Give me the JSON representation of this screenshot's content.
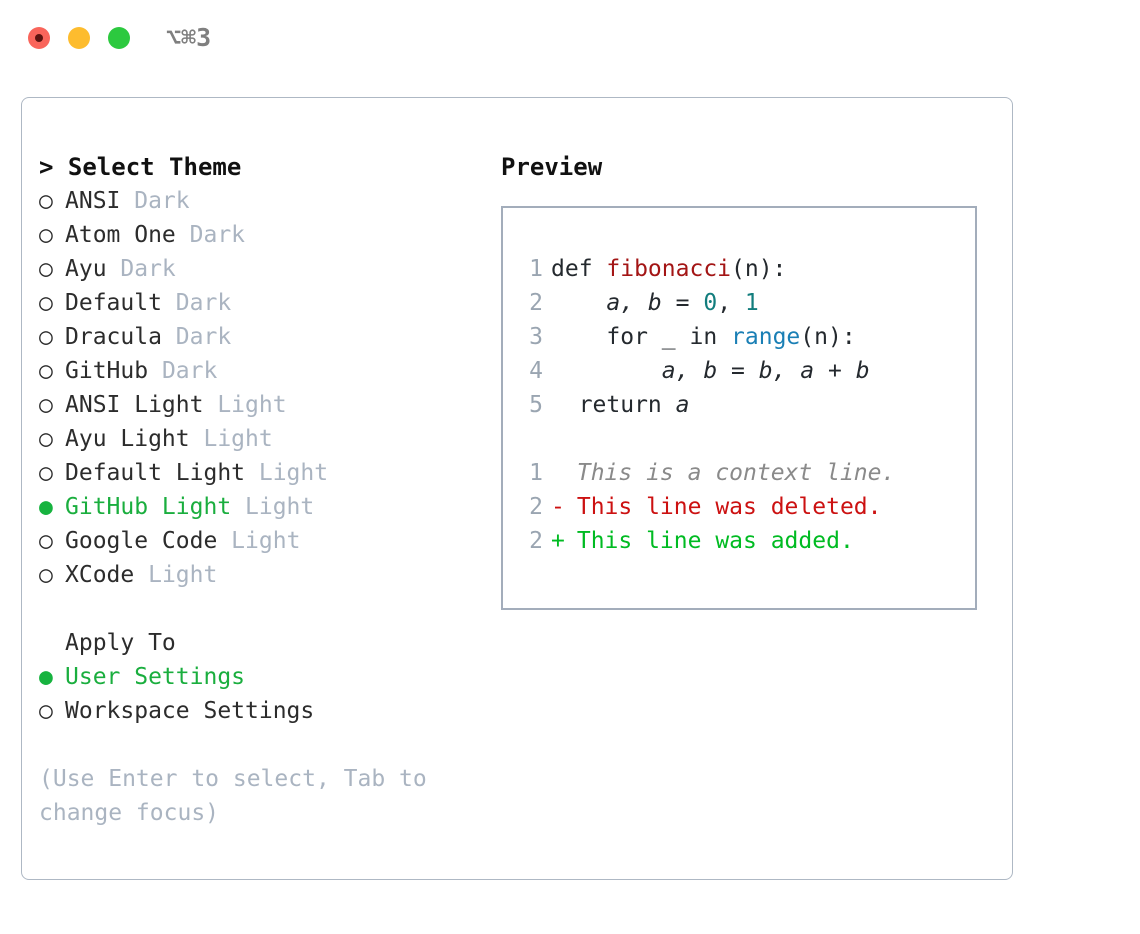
{
  "window": {
    "shortcut": "⌥⌘3",
    "traffic_lights": [
      {
        "name": "close",
        "color": "#f9655b"
      },
      {
        "name": "minimize",
        "color": "#fdbc2e"
      },
      {
        "name": "maximize",
        "color": "#2cc93f"
      }
    ]
  },
  "theme_picker": {
    "header": "> Select Theme",
    "marker_unselected": "○",
    "marker_selected": "●",
    "items": [
      {
        "name": "ANSI",
        "tag": "Dark",
        "selected": false
      },
      {
        "name": "Atom One",
        "tag": "Dark",
        "selected": false
      },
      {
        "name": "Ayu",
        "tag": "Dark",
        "selected": false
      },
      {
        "name": "Default",
        "tag": "Dark",
        "selected": false
      },
      {
        "name": "Dracula",
        "tag": "Dark",
        "selected": false
      },
      {
        "name": "GitHub",
        "tag": "Dark",
        "selected": false
      },
      {
        "name": "ANSI Light",
        "tag": "Light",
        "selected": false
      },
      {
        "name": "Ayu Light",
        "tag": "Light",
        "selected": false
      },
      {
        "name": "Default Light",
        "tag": "Light",
        "selected": false
      },
      {
        "name": "GitHub Light",
        "tag": "Light",
        "selected": true
      },
      {
        "name": "Google Code",
        "tag": "Light",
        "selected": false
      },
      {
        "name": "XCode",
        "tag": "Light",
        "selected": false
      }
    ]
  },
  "apply_to": {
    "header": "Apply To",
    "options": [
      {
        "label": "User Settings",
        "selected": true
      },
      {
        "label": "Workspace Settings",
        "selected": false
      }
    ]
  },
  "hint": "(Use Enter to select, Tab to change focus)",
  "preview": {
    "title": "Preview",
    "code_lines": [
      {
        "n": "1",
        "tokens": [
          {
            "t": "def ",
            "c": "kw"
          },
          {
            "t": "fibonacci",
            "c": "fn"
          },
          {
            "t": "(n):",
            "c": "plain"
          }
        ]
      },
      {
        "n": "2",
        "tokens": [
          {
            "t": "    ",
            "c": "plain"
          },
          {
            "t": "a, b ",
            "c": "var"
          },
          {
            "t": "= ",
            "c": "plain"
          },
          {
            "t": "0",
            "c": "num"
          },
          {
            "t": ", ",
            "c": "plain"
          },
          {
            "t": "1",
            "c": "num"
          }
        ]
      },
      {
        "n": "3",
        "tokens": [
          {
            "t": "    for ",
            "c": "kw"
          },
          {
            "t": "_ ",
            "c": "var"
          },
          {
            "t": "in ",
            "c": "kw"
          },
          {
            "t": "range",
            "c": "bi"
          },
          {
            "t": "(n):",
            "c": "plain"
          }
        ]
      },
      {
        "n": "4",
        "tokens": [
          {
            "t": "        ",
            "c": "plain"
          },
          {
            "t": "a, b ",
            "c": "var"
          },
          {
            "t": "= ",
            "c": "plain"
          },
          {
            "t": "b, a ",
            "c": "var"
          },
          {
            "t": "+ ",
            "c": "plain"
          },
          {
            "t": "b",
            "c": "var"
          }
        ]
      },
      {
        "n": "5",
        "tokens": [
          {
            "t": "  return ",
            "c": "kw"
          },
          {
            "t": "a",
            "c": "var"
          }
        ]
      }
    ],
    "diff_lines": [
      {
        "n": "1",
        "sign": " ",
        "text": " This is a context line.",
        "kind": "ctx"
      },
      {
        "n": "2",
        "sign": "-",
        "text": " This line was deleted.",
        "kind": "del"
      },
      {
        "n": "2",
        "sign": "+",
        "text": " This line was added.",
        "kind": "add"
      }
    ]
  },
  "colors": {
    "selected_green": "#1aae3e",
    "tag_gray": "#aab4c1",
    "panel_border": "#aeb8c4",
    "preview_border": "#a3adbb",
    "diff_added": "#00bb22",
    "diff_deleted": "#cc1111",
    "function_red": "#a31515",
    "builtin_blue": "#1a7fb5",
    "number_teal": "#127d7d"
  }
}
